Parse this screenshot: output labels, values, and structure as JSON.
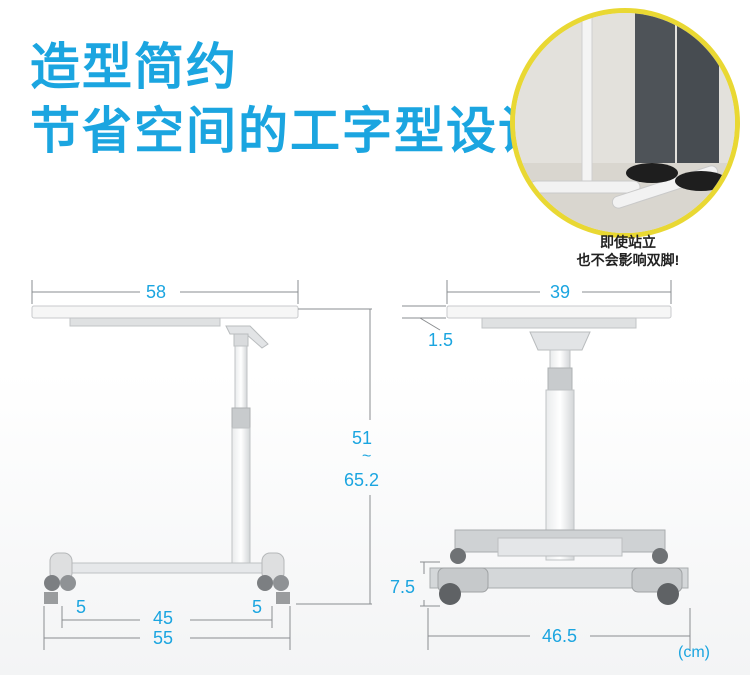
{
  "headline": {
    "line1": "造型简约",
    "line2": "节省空间的工字型设计"
  },
  "photo_caption": {
    "line1": "即使站立",
    "line2": "也不会影响双脚!"
  },
  "dimensions": {
    "side_width": "58",
    "front_width": "39",
    "top_thickness": "1.5",
    "height_min": "51",
    "height_sep": "~",
    "height_max": "65.2",
    "caster_left": "5",
    "caster_right": "5",
    "base_inner": "45",
    "base_outer": "55",
    "front_base_height": "7.5",
    "front_base_width": "46.5",
    "unit": "(cm)"
  },
  "colors": {
    "accent": "#1ba5e0",
    "frame": "#d9dcde",
    "photo_border": "#e9d833"
  }
}
